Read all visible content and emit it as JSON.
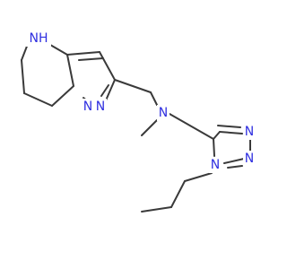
{
  "colors": {
    "bond": "#3a3a3a",
    "nitrogen": "#2f2fe0",
    "background": "#ffffff"
  },
  "atoms": {
    "nh": "NH",
    "n_pz1": "N",
    "n_pz2": "N",
    "n_amine": "N",
    "n_tz1": "N",
    "n_tz2": "N",
    "n_tz4": "N"
  }
}
